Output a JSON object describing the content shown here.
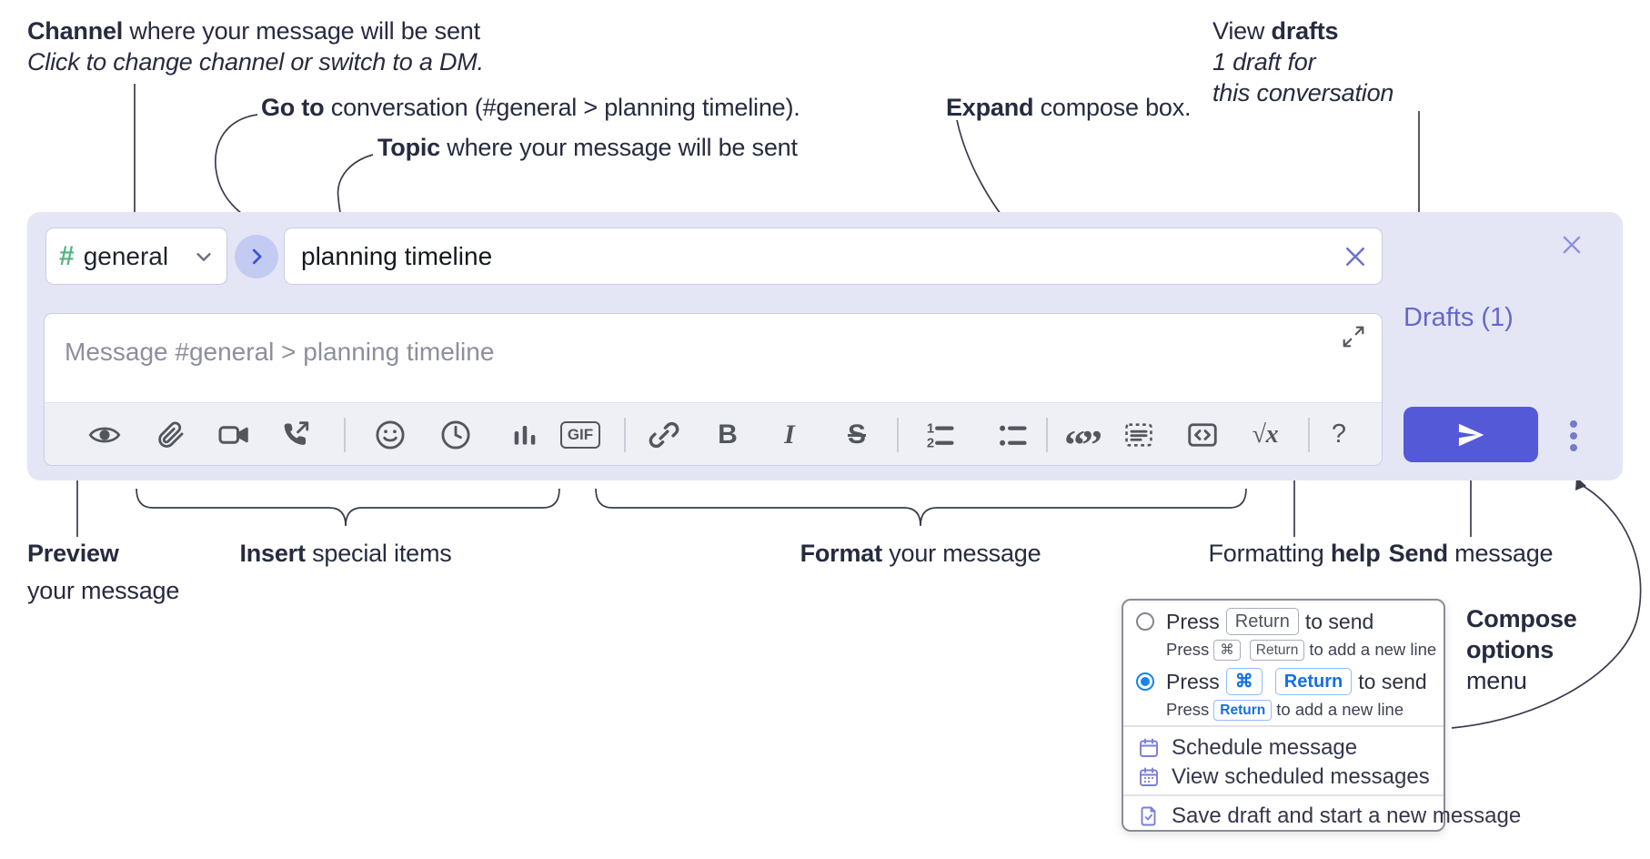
{
  "annotations": {
    "channel": {
      "bold": "Channel",
      "rest": " where your message will be sent",
      "sub": "Click to change channel or switch to a DM."
    },
    "goto": {
      "bold": "Go to",
      "rest": " conversation (#general > planning timeline)."
    },
    "topic": {
      "bold": "Topic",
      "rest": " where your message will be sent"
    },
    "expand": {
      "bold": "Expand",
      "rest": " compose box."
    },
    "view_drafts": {
      "pre": "View ",
      "bold": "drafts",
      "line2": "1 draft for",
      "line3": "this conversation"
    },
    "preview": {
      "bold": "Preview",
      "line2": "your message"
    },
    "insert": {
      "bold": "Insert",
      "rest": " special items"
    },
    "format": {
      "bold": "Format",
      "rest": " your message"
    },
    "formatting_help": {
      "pre": "Formatting ",
      "bold": "help"
    },
    "send": {
      "bold": "Send",
      "rest": " message"
    },
    "compose_options": {
      "line1": "Compose",
      "line2": "options",
      "line3": "menu"
    }
  },
  "composer": {
    "channel": {
      "hash": "#",
      "name": "general"
    },
    "topic_value": "planning timeline",
    "message_placeholder": "Message #general > planning timeline",
    "drafts_link": "Drafts (1)",
    "toolbar": {
      "gif": "GIF",
      "bold": "B",
      "italic": "I",
      "strike": "S",
      "quote": "“”",
      "formula": "√x",
      "help": "?"
    },
    "icon_names": [
      "preview-eye",
      "attach-paperclip",
      "video-camera",
      "phone-call",
      "emoji-smiley",
      "schedule-clock",
      "poll-bar-chart",
      "gif",
      "link",
      "bold",
      "italic",
      "strikethrough",
      "numbered-list",
      "bulleted-list",
      "quote",
      "code-block",
      "code",
      "formula",
      "formatting-help"
    ]
  },
  "options_menu": {
    "option1": {
      "pre": "Press",
      "key": "Return",
      "post": "to send",
      "sub_pre": "Press",
      "sub_key1": "⌘",
      "sub_key2": "Return",
      "sub_post": "to add a new line"
    },
    "option2": {
      "pre": "Press",
      "key1": "⌘",
      "key2": "Return",
      "post": "to send",
      "sub_pre": "Press",
      "sub_key": "Return",
      "sub_post": "to add a new line"
    },
    "items": [
      {
        "label": "Schedule message"
      },
      {
        "label": "View scheduled messages"
      },
      {
        "label": "Save draft and start a new message"
      }
    ]
  },
  "colors": {
    "accent": "#5459d8",
    "compose_bg": "#e4e6f5",
    "link_purple": "#6468c8",
    "hash_green": "#53b483",
    "radio_blue": "#1884e8",
    "key_blue": "#1670e0",
    "menu_icon_purple": "#7a7ed8",
    "icon_gray": "#54565e"
  }
}
